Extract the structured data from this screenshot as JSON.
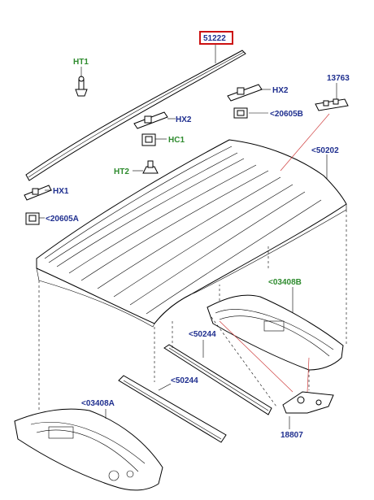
{
  "diagram": {
    "highlight_color": "#cc1111",
    "blue_color": "#1f2f8f",
    "green_color": "#2e8b2e",
    "labels": {
      "part_51222": "51222",
      "ht1": "HT1",
      "hx2_right": "HX2",
      "part_13763": "13763",
      "hx2_mid": "HX2",
      "part_20605b": "<20605B",
      "hc1": "HC1",
      "part_50202": "<50202",
      "ht2": "HT2",
      "hx1": "HX1",
      "part_20605a": "<20605A",
      "part_03408b": "<03408B",
      "part_50244_upper": "<50244",
      "part_50244_lower": "<50244",
      "part_03408a": "<03408A",
      "part_18807": "18807"
    }
  }
}
